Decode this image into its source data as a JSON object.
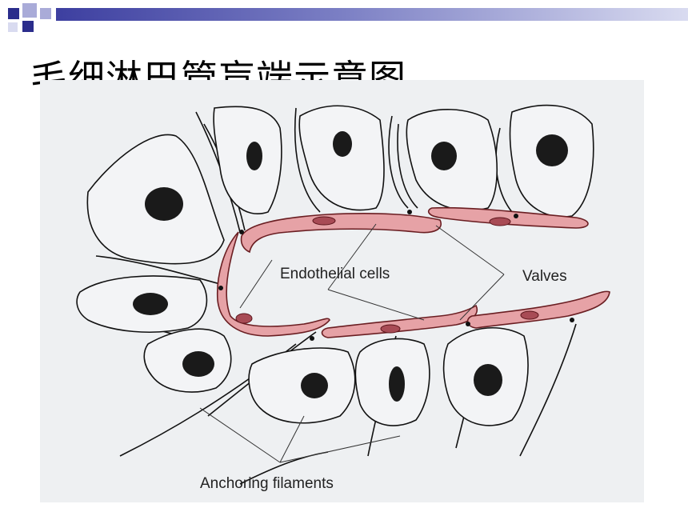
{
  "slide": {
    "title": "毛细淋巴管盲端示意图",
    "accent_colors": {
      "bar_dark": "#3d3fa0",
      "bar_light": "#d9dbf0",
      "square_dark": "#2b2d8c",
      "square_light": "#a9abd8"
    }
  },
  "diagram": {
    "labels": {
      "endothelial": "Endothelial cells",
      "valves": "Valves",
      "anchoring": "Anchoring filaments"
    },
    "colors": {
      "endothelium": "#e6a2a6",
      "endothelium_outline": "#6a1e22",
      "cell_fill": "#f3f4f6",
      "nucleus": "#1a1a1a"
    }
  }
}
